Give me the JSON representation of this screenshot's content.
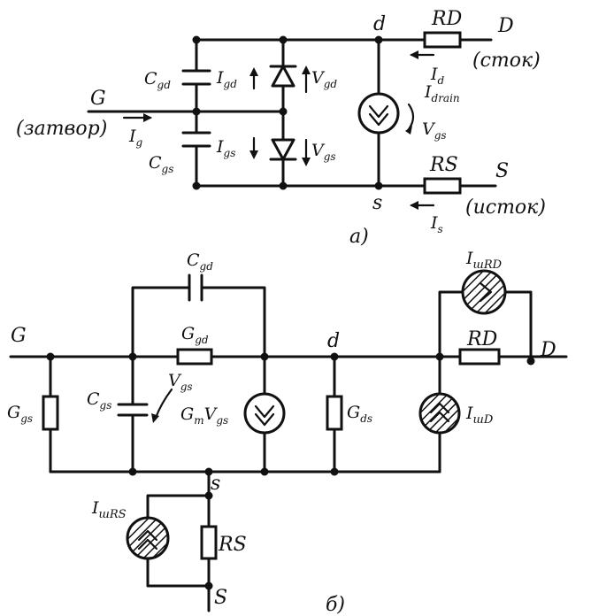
{
  "diagram_a": {
    "node_gate": "G",
    "node_gate_ru": "(затвор)",
    "current_g": "I",
    "current_g_sub": "g",
    "node_drain": "d",
    "drain_res": "RD",
    "drain_terminal": "D",
    "drain_ru": "(сток)",
    "current_d": "I",
    "current_d_sub": "d",
    "node_source": "s",
    "source_res": "RS",
    "source_terminal": "S",
    "source_ru": "(исток)",
    "current_s": "I",
    "current_s_sub": "s",
    "cap_gd": "C",
    "cap_gd_sub": "gd",
    "cap_gs": "C",
    "cap_gs_sub": "gs",
    "i_gd": "I",
    "i_gd_sub": "gd",
    "i_gs": "I",
    "i_gs_sub": "gs",
    "v_gd": "V",
    "v_gd_sub": "gd",
    "v_gs": "V",
    "v_gs_sub": "gs",
    "i_drain": "I",
    "i_drain_sub": "drain",
    "v_gs2": "V",
    "v_gs2_sub": "gs",
    "caption": "a)"
  },
  "diagram_b": {
    "node_gate": "G",
    "cap_gd": "C",
    "cap_gd_sub": "gd",
    "g_gd": "G",
    "g_gd_sub": "gd",
    "g_gs": "G",
    "g_gs_sub": "gs",
    "cap_gs": "C",
    "cap_gs_sub": "gs",
    "v_gs": "V",
    "v_gs_sub": "gs",
    "gm_vgs_g": "G",
    "gm_vgs_m": "m",
    "gm_vgs_v": "V",
    "gm_vgs_sub": "gs",
    "node_drain": "d",
    "g_ds": "G",
    "g_ds_sub": "ds",
    "i_nd": "I",
    "i_nd_sub": "шD",
    "i_nrd": "I",
    "i_nrd_sub": "шRD",
    "drain_res": "RD",
    "drain_terminal": "D",
    "node_source": "s",
    "i_nrs": "I",
    "i_nrs_sub": "шRS",
    "source_res": "RS",
    "source_terminal": "S",
    "caption": "б)"
  }
}
